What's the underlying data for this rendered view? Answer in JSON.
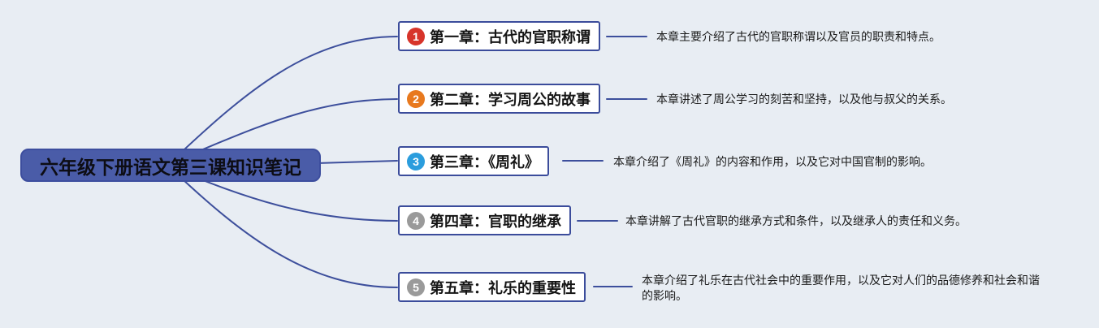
{
  "root": {
    "title": "六年级下册语文第三课知识笔记"
  },
  "branches": [
    {
      "number": "1",
      "badge_color": "#d7342a",
      "title": "第一章：古代的官职称谓",
      "description": "本章主要介绍了古代的官职称谓以及官员的职责和特点。"
    },
    {
      "number": "2",
      "badge_color": "#e8791e",
      "title": "第二章：学习周公的故事",
      "description": "本章讲述了周公学习的刻苦和坚持，以及他与叔父的关系。"
    },
    {
      "number": "3",
      "badge_color": "#2b9ddd",
      "title": "第三章：《周礼》",
      "description": "本章介绍了《周礼》的内容和作用，以及它对中国官制的影响。"
    },
    {
      "number": "4",
      "badge_color": "#9a9a9a",
      "title": "第四章：官职的继承",
      "description": "本章讲解了古代官职的继承方式和条件，以及继承人的责任和义务。"
    },
    {
      "number": "5",
      "badge_color": "#9a9a9a",
      "title": "第五章：礼乐的重要性",
      "description": "本章介绍了礼乐在古代社会中的重要作用，以及它对人们的品德修养和社会和谐的影响。"
    }
  ],
  "colors": {
    "background": "#e8edf3",
    "connector_line": "#3d4f9c",
    "root_fill": "#4a5ca8",
    "root_border": "#3d4e9e",
    "branch_border": "#3b4c9b"
  }
}
